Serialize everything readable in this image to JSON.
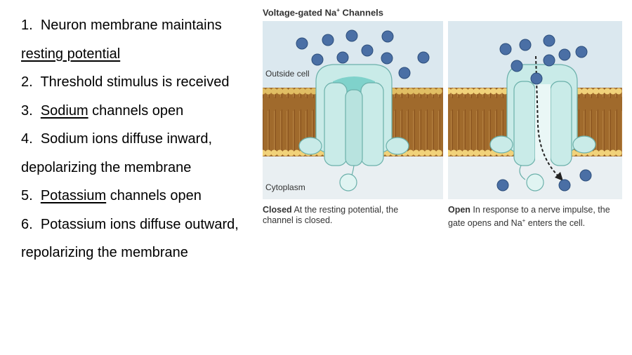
{
  "steps": [
    {
      "num": "1.",
      "pre": "Neuron membrane maintains ",
      "u": "resting potential",
      "post": ""
    },
    {
      "num": "2.",
      "pre": "Threshold stimulus is received",
      "u": "",
      "post": ""
    },
    {
      "num": "3.",
      "pre": "",
      "u": "Sodium",
      "post": " channels open"
    },
    {
      "num": "4.",
      "pre": "Sodium ions diffuse inward, depolarizing the membrane",
      "u": "",
      "post": ""
    },
    {
      "num": "5.",
      "pre": "",
      "u": "Potassium",
      "post": " channels open"
    },
    {
      "num": "6.",
      "pre": "Potassium ions diffuse outward, repolarizing the membrane",
      "u": "",
      "post": ""
    }
  ],
  "figure": {
    "title_main": "Voltage-gated Na",
    "title_sup": "+",
    "title_end": " Channels",
    "outside_label": "Outside cell",
    "cytoplasm_label": "Cytoplasm",
    "closed_caption": {
      "bold": "Closed",
      "text": " At the resting potential, the channel is closed."
    },
    "open_caption": {
      "bold": "Open",
      "text1": " In response to a nerve impulse, the gate opens and Na",
      "sup": "+",
      "text2": " enters the cell."
    }
  },
  "colors": {
    "outside_bg": "#dbe8ef",
    "membrane_brown": "#a06a2c",
    "head_yellow": "#f1d27a",
    "channel": "#c9ebe8",
    "channel_stroke": "#6bb0aa",
    "ion": "#4a6fa5",
    "ion_stroke": "#2d4f7c"
  }
}
